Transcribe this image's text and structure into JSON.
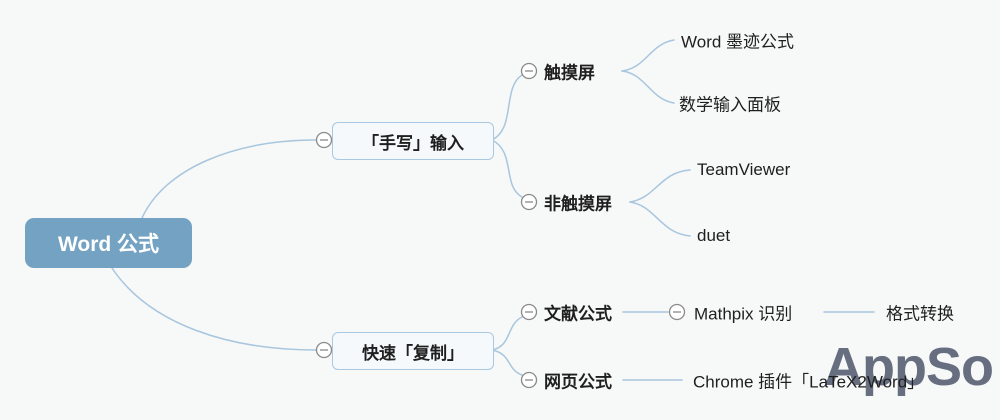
{
  "colors": {
    "background": "#f7f8f8",
    "line": "#a8c6de",
    "node_border": "#a9c8e1",
    "node_fill": "#f5f9fc",
    "root_fill": "#74a2c3",
    "root_text": "#ffffff",
    "text": "#1f1f1f",
    "collapse_ring": "#8a8a8a",
    "watermark": "#666e80"
  },
  "watermark": {
    "text": "AppSo"
  },
  "root": {
    "label": "Word 公式"
  },
  "branches": [
    {
      "label": "「手写」输入",
      "children": [
        {
          "label": "触摸屏",
          "children": [
            {
              "label": "Word 墨迹公式"
            },
            {
              "label": "数学输入面板"
            }
          ]
        },
        {
          "label": "非触摸屏",
          "children": [
            {
              "label": "TeamViewer"
            },
            {
              "label": "duet"
            }
          ]
        }
      ]
    },
    {
      "label": "快速「复制」",
      "children": [
        {
          "label": "文献公式",
          "children": [
            {
              "label": "Mathpix 识别",
              "children": [
                {
                  "label": "格式转换"
                }
              ]
            }
          ]
        },
        {
          "label": "网页公式",
          "children": [
            {
              "label": "Chrome 插件「LaTeX2Word」"
            }
          ]
        }
      ]
    }
  ]
}
